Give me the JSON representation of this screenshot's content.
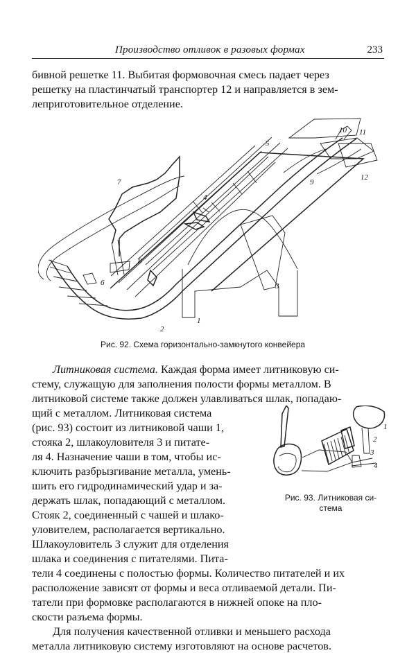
{
  "header": {
    "title": "Производство отливок в разовых формах",
    "page_number": "233"
  },
  "top_paragraph": [
    "бивной решетке 11. Выбитая формовочная смесь падает через",
    "решетку на пластинчатый транспортер 12 и направляется в зем-",
    "леприготовительное отделение."
  ],
  "figure_92": {
    "caption": "Рис. 92. Схема горизонтально-замкнутого конвейера",
    "labels": [
      "1",
      "2",
      "3",
      "4",
      "5",
      "6",
      "7",
      "8",
      "9",
      "10",
      "11",
      "12"
    ]
  },
  "section": {
    "title": "Литниковая система.",
    "first_line_rest": " Каждая форма имеет литниковую си-",
    "lines": [
      "стему, служащую для заполнения полости формы металлом. В",
      "литниковой системе также должен улавливаться шлак, попадаю-",
      "щий с металлом. Литниковая система",
      "(рис. 93) состоит из литниковой чаши 1,",
      "стояка 2, шлакоуловителя 3 и питате-",
      "ля 4. Назначение чаши в том, чтобы ис-",
      "ключить разбрызгивание металла, умень-",
      "шить его гидродинамический удар и за-",
      "держать шлак, попадающий с металлом.",
      "Стояк 2, соединенный с чашей и шлако-",
      "уловителем, располагается вертикально.",
      "Шлакоуловитель 3 служит для отделения",
      "шлака и соединения с питателями. Пита-",
      "тели 4 соединены с полостью формы. Количество питателей и их",
      "расположение зависят от формы и веса отливаемой детали. Пи-",
      "татели при формовке располагаются в нижней опоке на пло-",
      "скости разъема формы."
    ]
  },
  "last_paragraph": [
    "Для получения качественной отливки и меньшего расхода",
    "металла литниковую систему изготовляют на основе расчетов."
  ],
  "figure_93": {
    "caption_line1": "Рис. 93. Литниковая си-",
    "caption_line2": "стема",
    "labels": [
      "1",
      "2",
      "3",
      "4"
    ]
  }
}
